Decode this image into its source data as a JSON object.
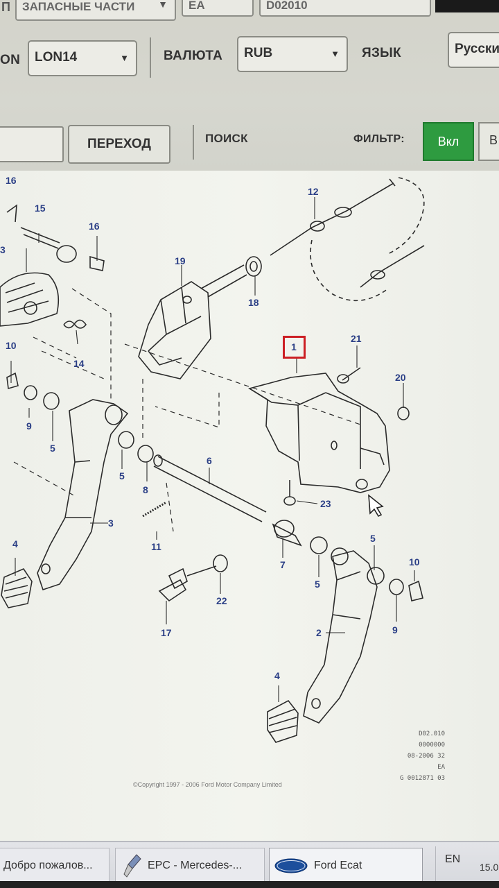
{
  "row1": {
    "left_fragment": "П",
    "catalog_dropdown": "ЗАПАСНЫЕ ЧАСТИ",
    "box2_value": "EA",
    "box3_value": "D02010"
  },
  "row2": {
    "left_label": "ON",
    "model_select": "LON14",
    "currency_label": "ВАЛЮТА",
    "currency_select": "RUB",
    "language_label": "ЯЗЫК",
    "language_select": "Русски"
  },
  "row3": {
    "goto_button": "ПЕРЕХОД",
    "search_label": "ПОИСК",
    "filter_label": "ФИЛЬТР:",
    "filter_on": "Вкл",
    "filter_off": "В"
  },
  "drawing": {
    "callouts": [
      "16",
      "15",
      "16",
      "3",
      "19",
      "12",
      "18",
      "1",
      "21",
      "20",
      "10",
      "14",
      "9",
      "5",
      "5",
      "8",
      "6",
      "3",
      "23",
      "11",
      "4",
      "7",
      "5",
      "22",
      "17",
      "5",
      "10",
      "9",
      "2",
      "4"
    ],
    "selected_callout": "1",
    "stamp_lines": [
      "D02.010",
      "0000000",
      "08-2006 32",
      "EA",
      "G 0012871 03"
    ],
    "copyright": "©Copyright 1997 - 2006 Ford Motor Company Limited"
  },
  "taskbar": {
    "tasks": [
      {
        "label": "Добро пожалов..."
      },
      {
        "label": "EPC - Mercedes-..."
      },
      {
        "label": "Ford Ecat"
      }
    ],
    "lang": "EN",
    "time": "15.0"
  },
  "colors": {
    "filter_on_bg": "#2e9b40",
    "highlight": "#cc1f24",
    "callout_blue": "#2b3f86"
  }
}
